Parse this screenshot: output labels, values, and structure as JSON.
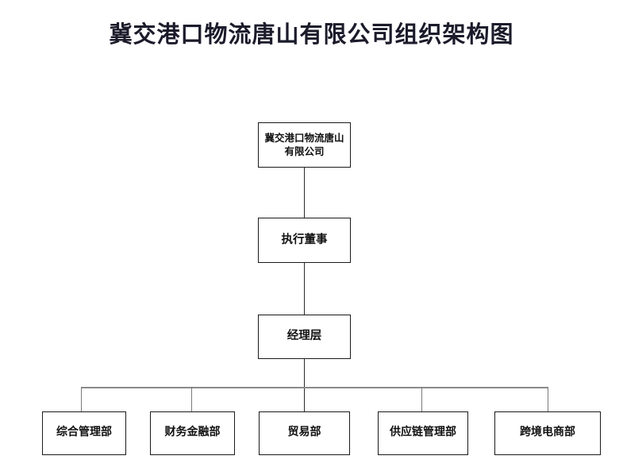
{
  "document": {
    "title": "冀交港口物流唐山有限公司组织架构图",
    "background_color": "#ffffff",
    "title_color": "#1b1b2b",
    "box_border_color": "#1a1a1a",
    "connector_color": "#2a2a2a",
    "bus_color": "#8a8a8a"
  },
  "chart_data": {
    "type": "diagram",
    "diagram_type": "organizational-chart",
    "orientation": "top-down",
    "title": "冀交港口物流唐山有限公司组织架构图",
    "nodes": [
      {
        "id": "root",
        "label": "冀交港口物流唐山有限公司",
        "level": 1
      },
      {
        "id": "director",
        "label": "执行董事",
        "level": 2
      },
      {
        "id": "manager",
        "label": "经理层",
        "level": 3
      },
      {
        "id": "dept1",
        "label": "综合管理部",
        "level": 4
      },
      {
        "id": "dept2",
        "label": "财务金融部",
        "level": 4
      },
      {
        "id": "dept3",
        "label": "贸易部",
        "level": 4
      },
      {
        "id": "dept4",
        "label": "供应链管理部",
        "level": 4
      },
      {
        "id": "dept5",
        "label": "跨境电商部",
        "level": 4
      }
    ],
    "edges": [
      {
        "from": "root",
        "to": "director"
      },
      {
        "from": "director",
        "to": "manager"
      },
      {
        "from": "manager",
        "to": "dept1"
      },
      {
        "from": "manager",
        "to": "dept2"
      },
      {
        "from": "manager",
        "to": "dept3"
      },
      {
        "from": "manager",
        "to": "dept4"
      },
      {
        "from": "manager",
        "to": "dept5"
      }
    ]
  },
  "levels": {
    "root": {
      "label": "冀交港口物流唐山有限公司"
    },
    "director": {
      "label": "执行董事"
    },
    "manager": {
      "label": "经理层"
    }
  },
  "departments": [
    {
      "label": "综合管理部"
    },
    {
      "label": "财务金融部"
    },
    {
      "label": "贸易部"
    },
    {
      "label": "供应链管理部"
    },
    {
      "label": "跨境电商部"
    }
  ]
}
